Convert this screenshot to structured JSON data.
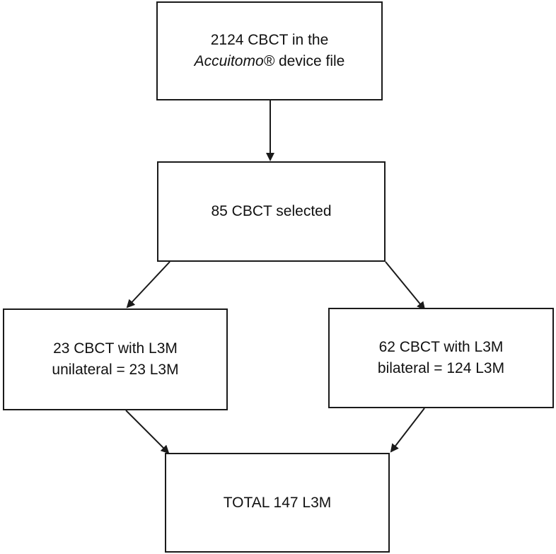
{
  "boxes": {
    "source": {
      "line1": "2124  CBCT in the",
      "line2_italic": "Accuitomo®",
      "line2_rest": " device file"
    },
    "selected": {
      "text": "85 CBCT selected"
    },
    "unilateral": {
      "line1": "23 CBCT with L3M",
      "line2": "unilateral = 23 L3M"
    },
    "bilateral": {
      "line1": "62 CBCT with  L3M",
      "line2": "bilateral = 124 L3M"
    },
    "total": {
      "text": "TOTAL 147 L3M"
    }
  },
  "colors": {
    "stroke": "#1a1a1a",
    "background": "#ffffff"
  }
}
